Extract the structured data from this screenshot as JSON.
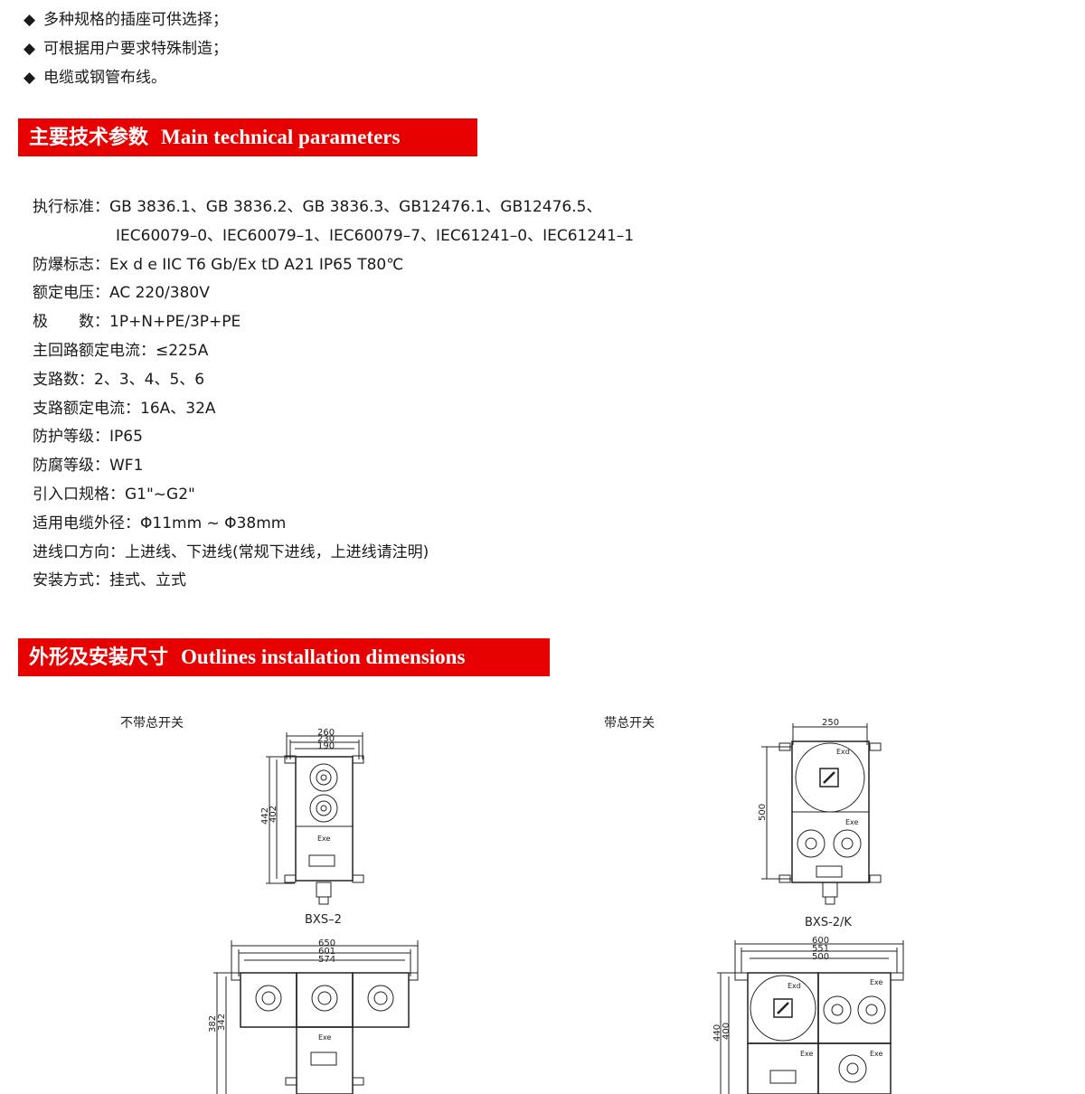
{
  "features": [
    {
      "marker": "◆",
      "text": "多种规格的插座可供选择；"
    },
    {
      "marker": "◆",
      "text": "可根据用户要求特殊制造；"
    },
    {
      "marker": "◆",
      "text": "电缆或钢管布线。"
    }
  ],
  "section1": {
    "title_cn": "主要技术参数",
    "title_en": "Main  technical parameters"
  },
  "params": [
    "执行标准：GB 3836.1、GB 3836.2、GB 3836.3、GB12476.1、GB12476.5、",
    "IEC60079–0、IEC60079–1、IEC60079–7、IEC61241–0、IEC61241–1",
    "防爆标志：Ex d e IIC T6 Gb/Ex tD A21 IP65 T80℃",
    "额定电压：AC 220/380V",
    "极　　数：1P+N+PE/3P+PE",
    "主回路额定电流：≤225A",
    "支路数：2、3、4、5、6",
    "支路额定电流：16A、32A",
    "防护等级：IP65",
    "防腐等级：WF1",
    "引入口规格：G1\"~G2\"",
    "适用电缆外径：Φ11mm ~ Φ38mm",
    "进线口方向：上进线、下进线(常规下进线，上进线请注明)",
    "安装方式：挂式、立式"
  ],
  "section2": {
    "title_cn": "外形及安装尺寸",
    "title_en": "Outlines  installation dimensions"
  },
  "drawings": {
    "left_caption": "不带总开关",
    "right_caption": "带总开关",
    "bxs2": {
      "model": "BXS–2",
      "widths": [
        "260",
        "230",
        "190"
      ],
      "heights": [
        "442",
        "402"
      ],
      "exe": "Exe"
    },
    "bxs2k": {
      "model": "BXS-2/K",
      "width": "250",
      "height": "500",
      "exd": "Exd",
      "exe": "Exe"
    },
    "bxs3": {
      "widths": [
        "650",
        "601",
        "574"
      ],
      "heights": [
        "382",
        "342"
      ],
      "exe": "Exe"
    },
    "bxs3k": {
      "widths": [
        "600",
        "551",
        "500"
      ],
      "heights": [
        "440",
        "400"
      ],
      "exd": "Exd",
      "exe": "Exe"
    }
  }
}
